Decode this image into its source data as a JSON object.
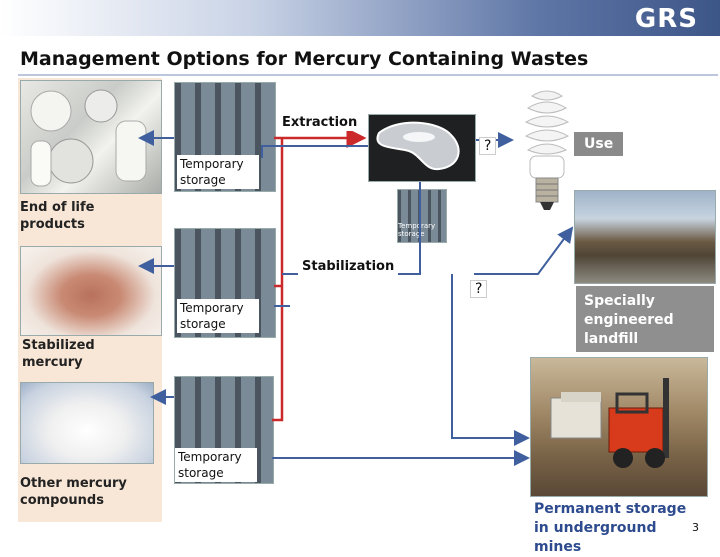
{
  "header": {
    "logo": "GRS"
  },
  "title": "Management Options for Mercury Containing Wastes",
  "labels": {
    "end_of_life": "End of life products",
    "stabilized": "Stabilized mercury",
    "other": "Other mercury compounds",
    "extraction": "Extraction",
    "stabilization": "Stabilization",
    "temp1": "Temporary storage",
    "temp2": "Temporary storage",
    "temp3": "Temporary storage",
    "temp_small": "Temporary storage",
    "q1": "?",
    "q2": "?",
    "use": "Use",
    "landfill": "Specially engineered landfill",
    "permanent": "Permanent storage in underground mines"
  },
  "page_number": "3",
  "colors": {
    "red_arrow": "#cc2a2a",
    "blue_arrow": "#3f5f9e",
    "accent": "#2d4b8e"
  }
}
